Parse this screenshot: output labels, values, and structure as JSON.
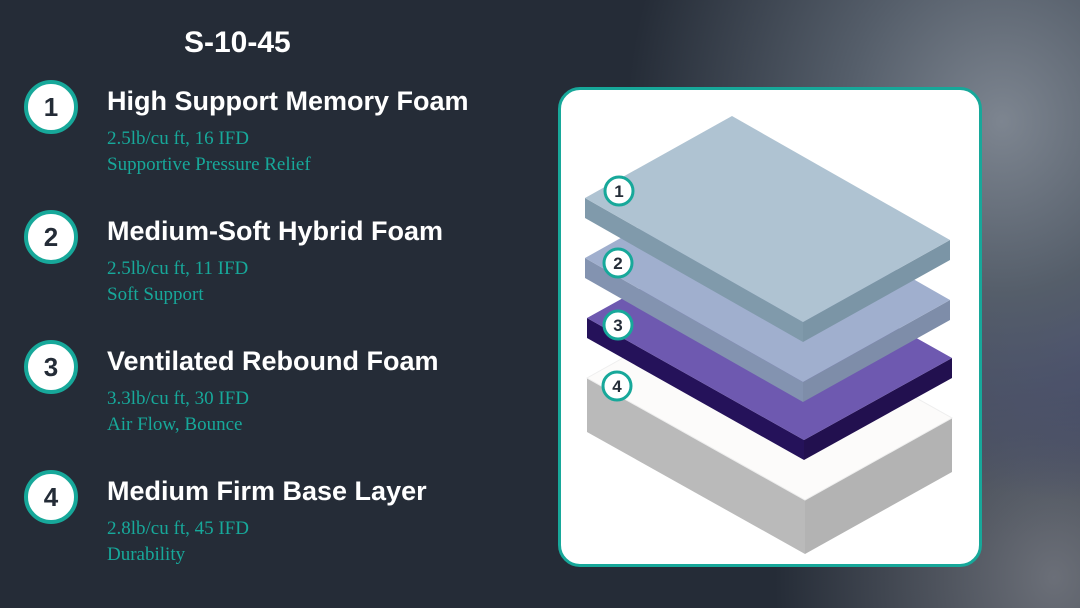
{
  "title": "S-10-45",
  "layers": [
    {
      "number": "1",
      "name": "High Support Memory Foam",
      "spec": "2.5lb/cu ft, 16 IFD",
      "description": "Supportive Pressure Relief",
      "color": "#afc3d2"
    },
    {
      "number": "2",
      "name": "Medium-Soft Hybrid Foam",
      "spec": "2.5lb/cu ft, 11 IFD",
      "description": "Soft Support",
      "color": "#a0afce"
    },
    {
      "number": "3",
      "name": "Ventilated Rebound Foam",
      "spec": "3.3lb/cu ft, 30 IFD",
      "description": "Air Flow, Bounce",
      "color": "#6e59b0"
    },
    {
      "number": "4",
      "name": "Medium Firm Base Layer",
      "spec": "2.8lb/cu ft, 45 IFD",
      "description": "Durability",
      "color": "#fcfbfa"
    }
  ],
  "accent": "#17a89a"
}
